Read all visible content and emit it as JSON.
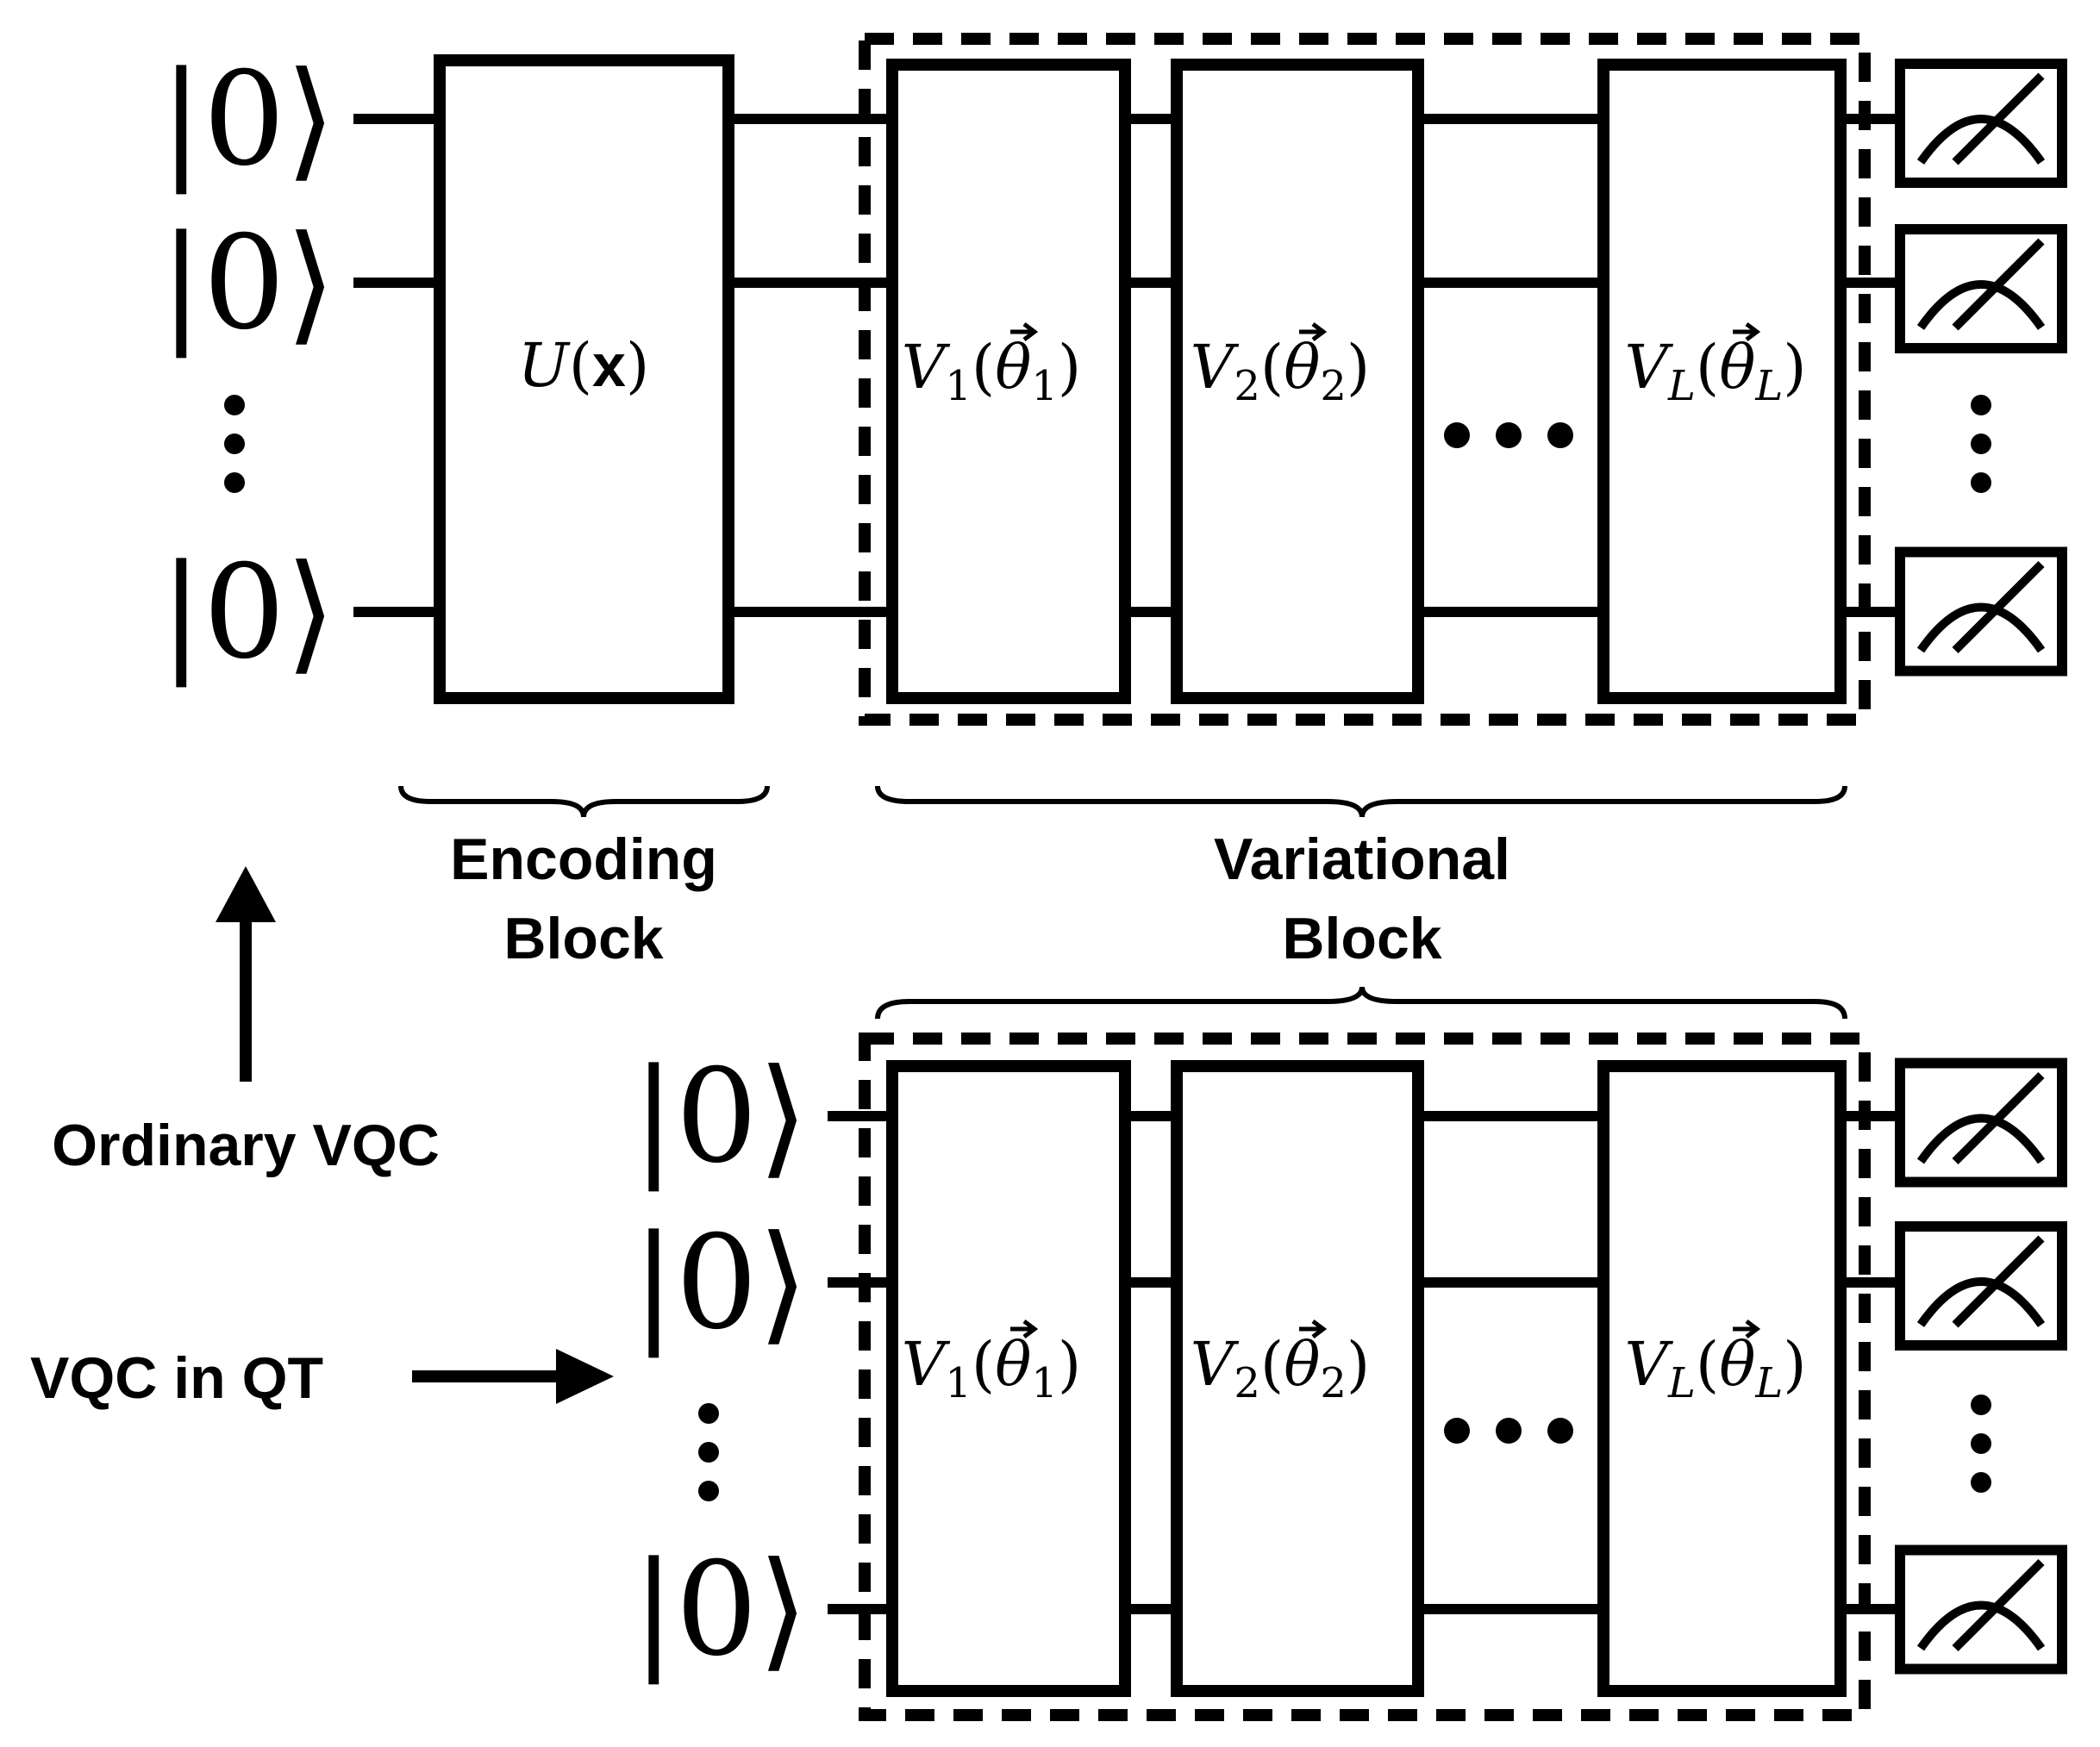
{
  "ket_label": "|0⟩",
  "top_circuit": {
    "encoding_gate": {
      "name": "U",
      "argument": "x"
    },
    "variational_gates": [
      {
        "name": "V",
        "sub": "1",
        "param": "θ",
        "param_sub": "1"
      },
      {
        "name": "V",
        "sub": "2",
        "param": "θ",
        "param_sub": "2"
      },
      {
        "name": "V",
        "sub": "L",
        "param": "θ",
        "param_sub": "L"
      }
    ]
  },
  "bottom_circuit": {
    "variational_gates": [
      {
        "name": "V",
        "sub": "1",
        "param": "θ",
        "param_sub": "1"
      },
      {
        "name": "V",
        "sub": "2",
        "param": "θ",
        "param_sub": "2"
      },
      {
        "name": "V",
        "sub": "L",
        "param": "θ",
        "param_sub": "L"
      }
    ]
  },
  "labels": {
    "encoding_line1": "Encoding",
    "encoding_line2": "Block",
    "variational_line1": "Variational",
    "variational_line2": "Block",
    "ordinary_vqc": "Ordinary VQC",
    "vqc_in_qt": "VQC in QT"
  },
  "icons": {
    "measurement": "measurement-meter-icon",
    "arrow_up": "arrow-up-icon",
    "arrow_right": "arrow-right-icon"
  },
  "colors": {
    "ink": "#000000",
    "background": "#ffffff"
  }
}
